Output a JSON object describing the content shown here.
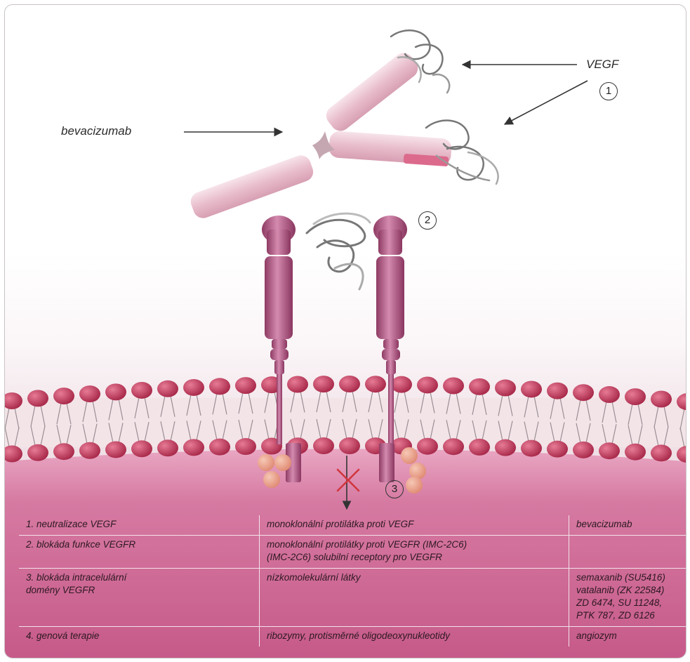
{
  "labels": {
    "vegf": "VEGF",
    "bevacizumab": "bevacizumab",
    "marker_1": "1",
    "marker_2": "2",
    "marker_3": "3"
  },
  "table": {
    "rows": [
      [
        "1. neutralizace VEGF",
        "monoklonální protilátka proti VEGF",
        "bevacizumab"
      ],
      [
        "2. blokáda funkce VEGFR",
        "monoklonální protilátky proti VEGFR (IMC-2C6)\n(IMC-2C6) solubilní receptory pro VEGFR",
        ""
      ],
      [
        "3. blokáda intracelulární\n   domény VEGFR",
        "nízkomolekulární látky",
        "semaxanib (SU5416)\nvatalanib (ZK 22584)\nZD 6474, SU 11248,\nPTK 787,  ZD 6126"
      ],
      [
        "4. genová terapie",
        "ribozymy, protisměrné oligodeoxynukleotidy",
        "angiozym"
      ]
    ]
  },
  "colors": {
    "cytoplasm": "#c95d8c",
    "lipid_head": "#c23a5c",
    "receptor": "#b2527e",
    "antibody": "#edc6d2",
    "table_text": "#2d1822"
  },
  "icons": [
    "arrow-icon",
    "blocked-signal-x-icon",
    "vegf-ribbon-icon"
  ]
}
